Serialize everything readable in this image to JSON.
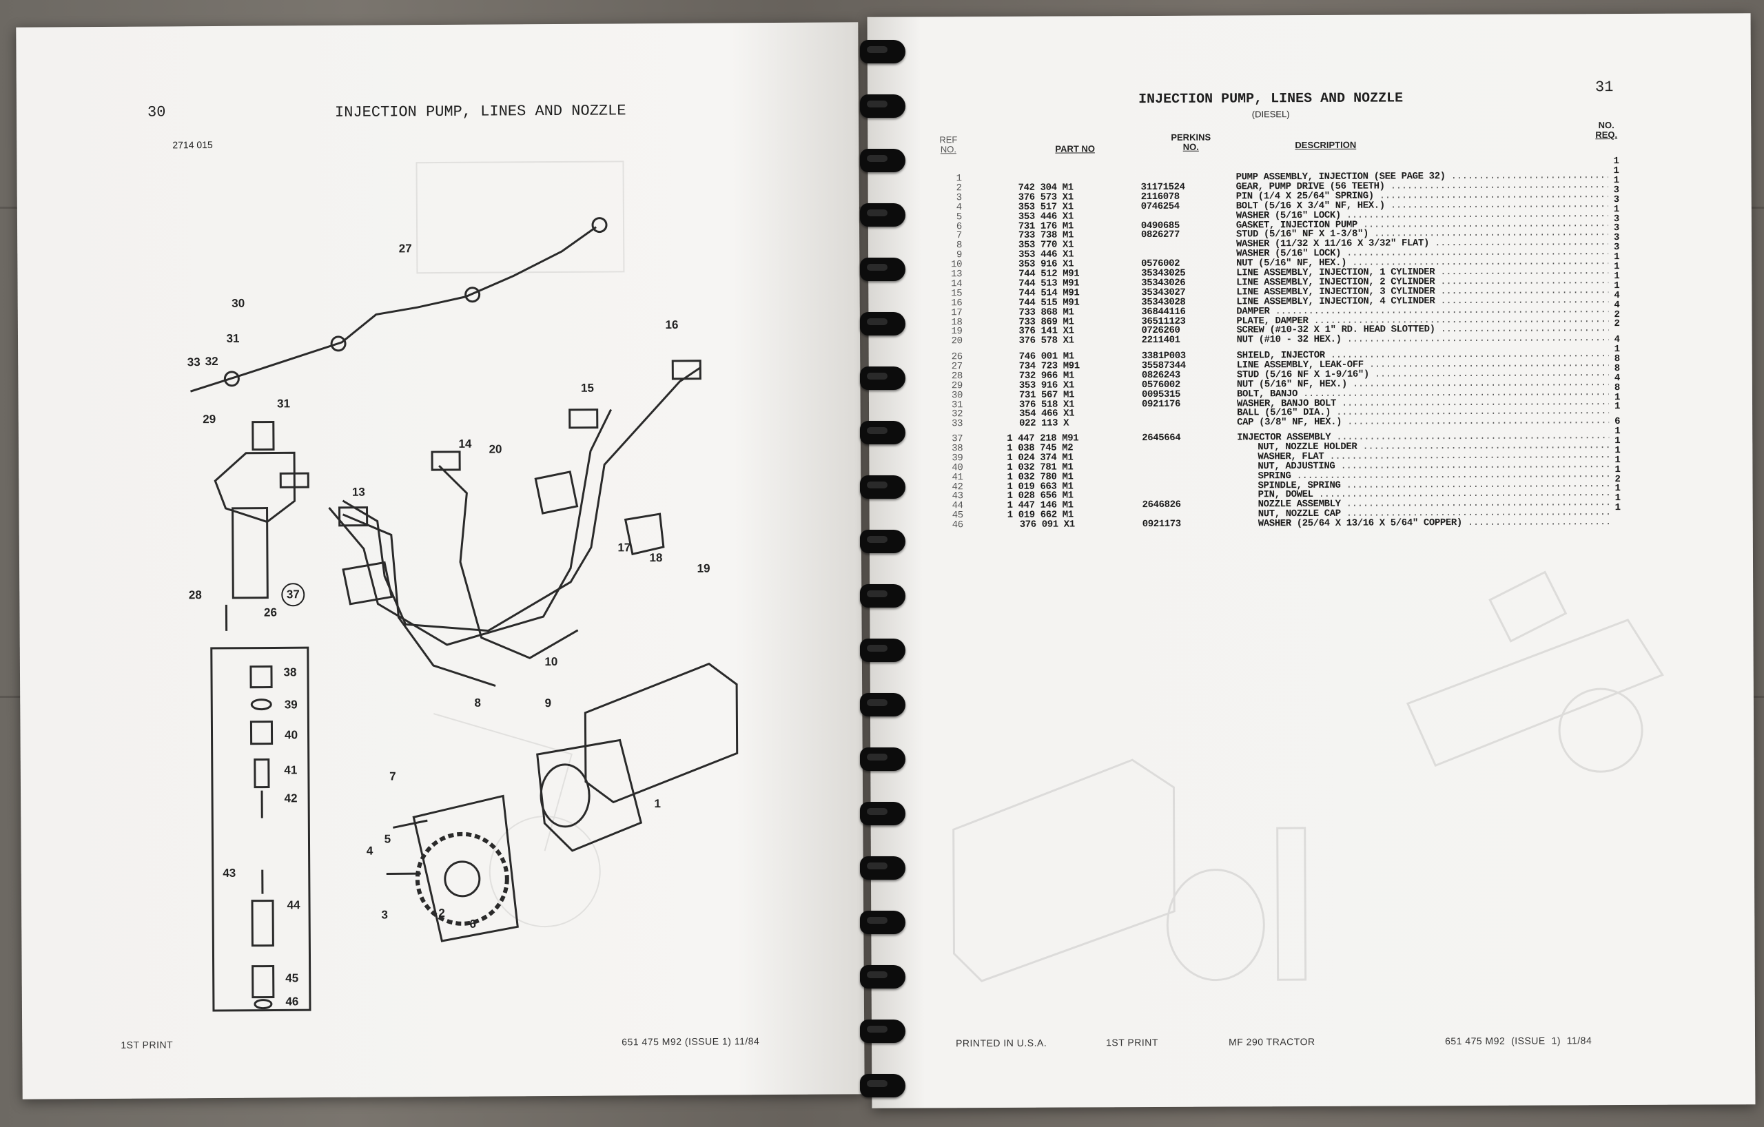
{
  "left_page": {
    "page_number": "30",
    "title": "INJECTION PUMP, LINES AND NOZZLE",
    "figure_code": "2714 015",
    "callouts": [
      "27",
      "30",
      "31",
      "33",
      "32",
      "31",
      "29",
      "16",
      "15",
      "14",
      "20",
      "13",
      "17",
      "18",
      "19",
      "28",
      "26",
      "37",
      "38",
      "39",
      "40",
      "41",
      "42",
      "43",
      "44",
      "45",
      "46",
      "10",
      "8",
      "9",
      "7",
      "4",
      "5",
      "3",
      "2",
      "6",
      "1"
    ],
    "footer_left": "1ST PRINT",
    "footer_right": "651 475 M92 (ISSUE 1) 11/84"
  },
  "right_page": {
    "page_number": "31",
    "title": "INJECTION PUMP, LINES AND NOZZLE",
    "subtitle": "(DIESEL)",
    "headers": {
      "ref_1": "REF",
      "ref_2": "NO.",
      "part": "PART NO",
      "perkins_1": "PERKINS",
      "perkins_2": "NO.",
      "description": "DESCRIPTION",
      "qty_1": "NO.",
      "qty_2": "REQ."
    },
    "sections": [
      {
        "lead_qty": "1",
        "rows": [
          {
            "ref": "1",
            "part": "",
            "perkins": "",
            "desc": "PUMP ASSEMBLY, INJECTION (SEE PAGE 32)",
            "qty": "1"
          },
          {
            "ref": "2",
            "part": "742 304 M1",
            "perkins": "31171524",
            "desc": "GEAR, PUMP DRIVE (56 TEETH)",
            "qty": "1"
          },
          {
            "ref": "3",
            "part": "376 573 X1",
            "perkins": "2116078",
            "desc": "PIN (1/4 X 25/64\" SPRING)",
            "qty": "3"
          },
          {
            "ref": "4",
            "part": "353 517 X1",
            "perkins": "0746254",
            "desc": "BOLT (5/16 X 3/4\" NF, HEX.)",
            "qty": "3"
          },
          {
            "ref": "5",
            "part": "353 446 X1",
            "perkins": "",
            "desc": "WASHER (5/16\" LOCK)",
            "qty": "1"
          },
          {
            "ref": "6",
            "part": "731 176 M1",
            "perkins": "0490685",
            "desc": "GASKET, INJECTION PUMP",
            "qty": "3"
          },
          {
            "ref": "7",
            "part": "733 738 M1",
            "perkins": "0826277",
            "desc": "STUD (5/16\" NF X 1-3/8\")",
            "qty": "3"
          },
          {
            "ref": "8",
            "part": "353 770 X1",
            "perkins": "",
            "desc": "WASHER (11/32 X 11/16 X 3/32\" FLAT)",
            "qty": "3"
          },
          {
            "ref": "9",
            "part": "353 446 X1",
            "perkins": "",
            "desc": "WASHER (5/16\" LOCK)",
            "qty": "3"
          },
          {
            "ref": "10",
            "part": "353 916 X1",
            "perkins": "0576002",
            "desc": "NUT (5/16\" NF, HEX.)",
            "qty": "1"
          },
          {
            "ref": "13",
            "part": "744 512 M91",
            "perkins": "35343025",
            "desc": "LINE ASSEMBLY, INJECTION, 1 CYLINDER",
            "qty": "1"
          },
          {
            "ref": "14",
            "part": "744 513 M91",
            "perkins": "35343026",
            "desc": "LINE ASSEMBLY, INJECTION, 2 CYLINDER",
            "qty": "1"
          },
          {
            "ref": "15",
            "part": "744 514 M91",
            "perkins": "35343027",
            "desc": "LINE ASSEMBLY, INJECTION, 3 CYLINDER",
            "qty": "1"
          },
          {
            "ref": "16",
            "part": "744 515 M91",
            "perkins": "35343028",
            "desc": "LINE ASSEMBLY, INJECTION, 4 CYLINDER",
            "qty": "4"
          },
          {
            "ref": "17",
            "part": "733 868 M1",
            "perkins": "36844116",
            "desc": "DAMPER",
            "qty": "4"
          },
          {
            "ref": "18",
            "part": "733 869 M1",
            "perkins": "36511123",
            "desc": "PLATE, DAMPER",
            "qty": "2"
          },
          {
            "ref": "19",
            "part": "376 141 X1",
            "perkins": "0726260",
            "desc": "SCREW (#10-32 X 1\" RD. HEAD SLOTTED)",
            "qty": "2"
          },
          {
            "ref": "20",
            "part": "376 578 X1",
            "perkins": "2211401",
            "desc": "NUT (#10 - 32 HEX.)",
            "qty": ""
          }
        ]
      },
      {
        "lead_qty": "4",
        "rows": [
          {
            "ref": "26",
            "part": "746 001 M1",
            "perkins": "3381P003",
            "desc": "SHIELD, INJECTOR",
            "qty": "1"
          },
          {
            "ref": "27",
            "part": "734 723 M91",
            "perkins": "35587344",
            "desc": "LINE ASSEMBLY, LEAK-OFF",
            "qty": "8"
          },
          {
            "ref": "28",
            "part": "732 966 M1",
            "perkins": "0826243",
            "desc": "STUD (5/16 NF X 1-9/16\")",
            "qty": "8"
          },
          {
            "ref": "29",
            "part": "353 916 X1",
            "perkins": "0576002",
            "desc": "NUT (5/16\" NF, HEX.)",
            "qty": "4"
          },
          {
            "ref": "30",
            "part": "731 567 M1",
            "perkins": "0095315",
            "desc": "BOLT, BANJO",
            "qty": "8"
          },
          {
            "ref": "31",
            "part": "376 518 X1",
            "perkins": "0921176",
            "desc": "WASHER, BANJO BOLT",
            "qty": "1"
          },
          {
            "ref": "32",
            "part": "354 466 X1",
            "perkins": "",
            "desc": "BALL (5/16\" DIA.)",
            "qty": "1"
          },
          {
            "ref": "33",
            "part": "022 113 X",
            "perkins": "",
            "desc": "CAP (3/8\" NF, HEX.)",
            "qty": ""
          }
        ]
      },
      {
        "lead_qty": "6",
        "rows": [
          {
            "ref": "37",
            "part": "1 447 218 M91",
            "perkins": "2645664",
            "desc": "INJECTOR ASSEMBLY",
            "qty": "1",
            "sub": false
          },
          {
            "ref": "38",
            "part": "1 038 745 M2",
            "perkins": "",
            "desc": "NUT, NOZZLE HOLDER",
            "qty": "1",
            "sub": true
          },
          {
            "ref": "39",
            "part": "1 024 374 M1",
            "perkins": "",
            "desc": "WASHER, FLAT",
            "qty": "1",
            "sub": true
          },
          {
            "ref": "40",
            "part": "1 032 781 M1",
            "perkins": "",
            "desc": "NUT, ADJUSTING",
            "qty": "1",
            "sub": true
          },
          {
            "ref": "41",
            "part": "1 032 780 M1",
            "perkins": "",
            "desc": "SPRING",
            "qty": "1",
            "sub": true
          },
          {
            "ref": "42",
            "part": "1 019 663 M1",
            "perkins": "",
            "desc": "SPINDLE, SPRING",
            "qty": "2",
            "sub": true
          },
          {
            "ref": "43",
            "part": "1 028 656 M1",
            "perkins": "",
            "desc": "PIN, DOWEL",
            "qty": "1",
            "sub": true
          },
          {
            "ref": "44",
            "part": "1 447 146 M1",
            "perkins": "2646826",
            "desc": "NOZZLE ASSEMBLY",
            "qty": "1",
            "sub": true
          },
          {
            "ref": "45",
            "part": "1 019 662 M1",
            "perkins": "",
            "desc": "NUT, NOZZLE CAP",
            "qty": "1",
            "sub": true
          },
          {
            "ref": "46",
            "part": "376 091 X1",
            "perkins": "0921173",
            "desc": "WASHER (25/64 X 13/16 X 5/64\" COPPER)",
            "qty": "",
            "sub": true
          }
        ]
      }
    ],
    "footer": {
      "printed": "PRINTED IN U.S.A.",
      "print": "1ST PRINT",
      "model": "MF 290 TRACTOR",
      "doc": "651 475 M92  (ISSUE  1)  11/84"
    }
  }
}
